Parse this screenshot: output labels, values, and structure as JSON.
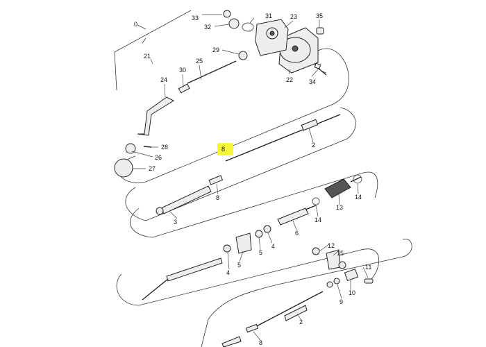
{
  "diagram": {
    "highlight_color": "#f5f53a",
    "highlighted_callout": "8",
    "callouts": {
      "c0": "0",
      "c2a": "2",
      "c2b": "2",
      "c3": "3",
      "c4a": "4",
      "c4b": "4",
      "c5a": "5",
      "c5b": "5",
      "c6": "6",
      "c8hl": "8",
      "c8": "8",
      "c8b": "8",
      "c9": "9",
      "c10": "10",
      "c11": "11",
      "c12": "12",
      "c13": "13",
      "c14a": "14",
      "c14b": "14",
      "c15": "15",
      "c21": "21",
      "c22": "22",
      "c23": "23",
      "c24": "24",
      "c25": "25",
      "c26": "26",
      "c27": "27",
      "c28": "28",
      "c29": "29",
      "c30": "30",
      "c31": "31",
      "c32": "32",
      "c33": "33",
      "c34": "34",
      "c35": "35"
    }
  }
}
